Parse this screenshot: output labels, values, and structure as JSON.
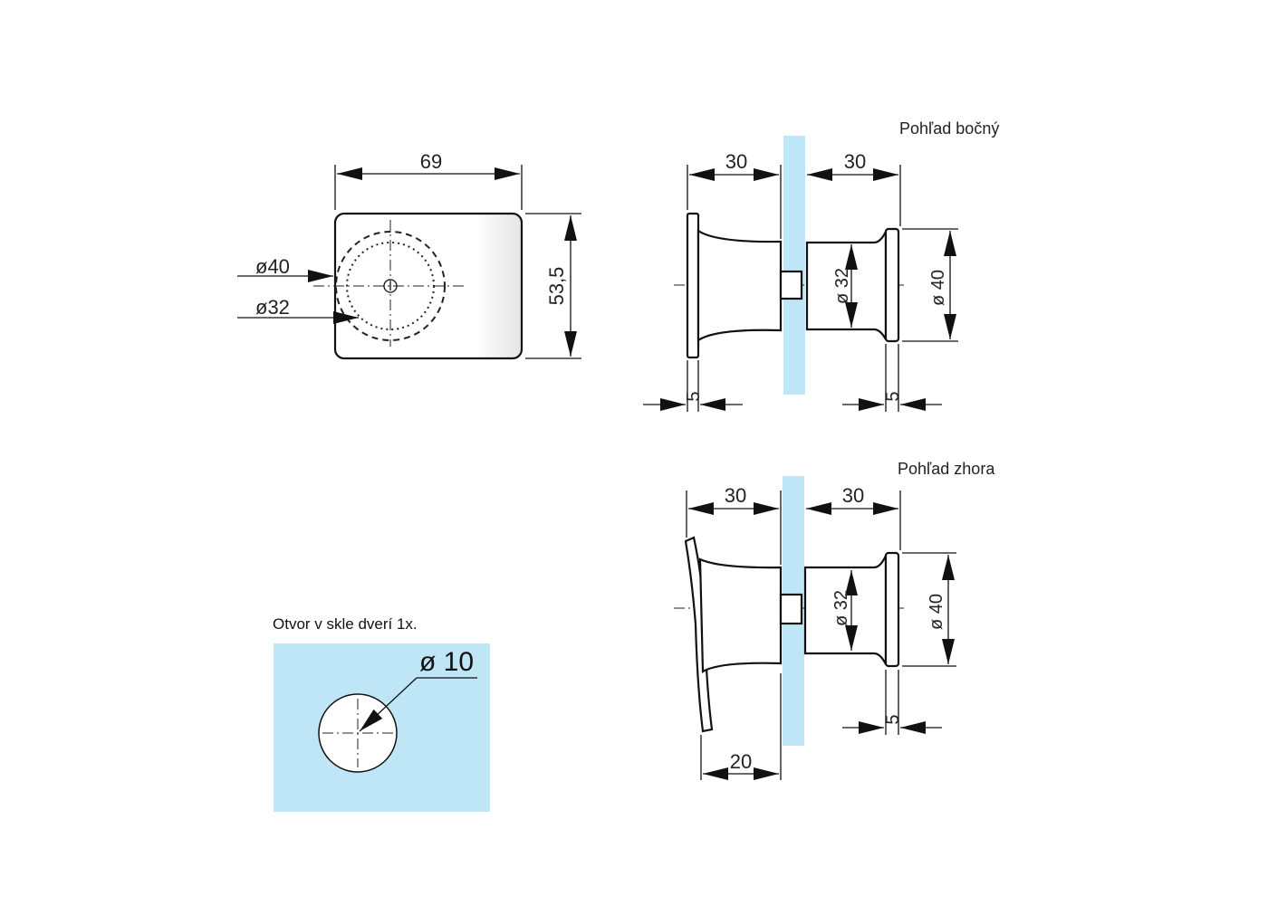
{
  "colors": {
    "glass": "#bfe6f6",
    "line": "#111111"
  },
  "front_view": {
    "width_dim": "69",
    "height_dim": "53,5",
    "outer_circle_dim": "ø40",
    "inner_circle_dim": "ø32"
  },
  "side_view": {
    "title": "Pohľad bočný",
    "left_depth_dim": "30",
    "right_depth_dim": "30",
    "left_flange_dim": "5",
    "right_flange_dim": "5",
    "inner_dia_dim": "ø 32",
    "outer_dia_dim": "ø 40"
  },
  "top_view": {
    "title": "Pohľad zhora",
    "left_depth_dim": "30",
    "right_depth_dim": "30",
    "right_flange_dim": "5",
    "handle_offset_dim": "20",
    "inner_dia_dim": "ø 32",
    "outer_dia_dim": "ø 40"
  },
  "hole": {
    "caption": "Otvor v skle dverí 1x.",
    "diameter_dim": "ø 10"
  }
}
